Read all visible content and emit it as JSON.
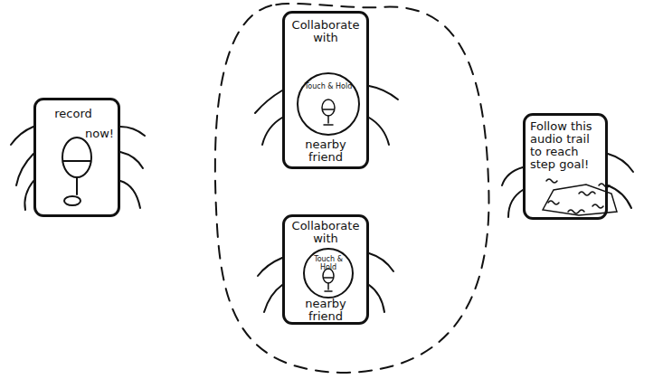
{
  "diagram": {
    "nodes": [
      {
        "text": [
          "record",
          "now!"
        ]
      },
      {
        "text": [
          "Collaborate with",
          "nearby friend"
        ]
      },
      {
        "text": [
          "Touch & Hold"
        ],
        "in": 1
      },
      {
        "text": [
          "Collaborate with",
          "nearby friend"
        ]
      },
      {
        "text": [
          "Touch & Hold"
        ],
        "in": 3
      },
      {
        "text": [
          "Follow this audio trail to reach step goal!"
        ]
      }
    ]
  }
}
